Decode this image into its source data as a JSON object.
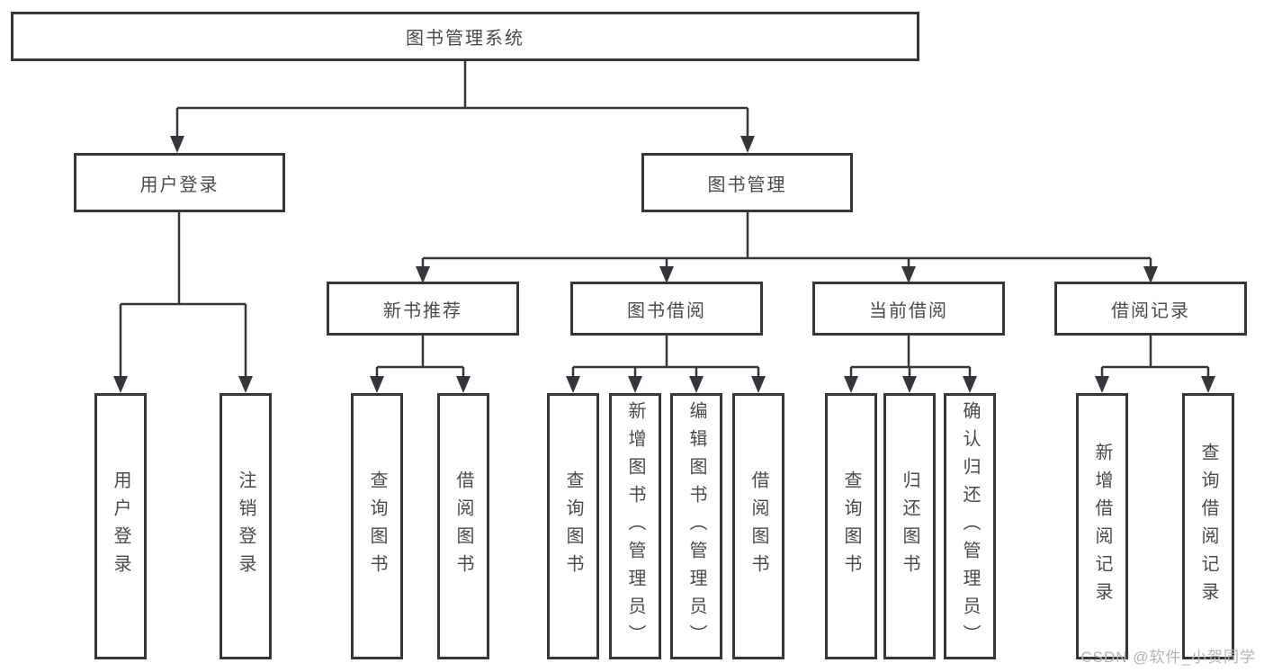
{
  "diagram": {
    "root": "图书管理系统",
    "level2": {
      "user_login": "用户登录",
      "book_mgmt": "图书管理"
    },
    "level3": {
      "new_rec": "新书推荐",
      "borrow": "图书借阅",
      "current": "当前借阅",
      "records": "借阅记录"
    },
    "leaves": {
      "user_login": "用户登录",
      "logout": "注销登录",
      "rec_query_books": "查询图书",
      "rec_borrow_books": "借阅图书",
      "bor_query_books": "查询图书",
      "bor_add_book_admin": "新增图书（管理员）",
      "bor_edit_book_admin": "编辑图书（管理员）",
      "bor_borrow_books": "借阅图书",
      "cur_query_books": "查询图书",
      "cur_return_book": "归还图书",
      "cur_confirm_return_admin": "确认归还（管理员）",
      "rec_add_record": "新增借阅记录",
      "rec_query_record": "查询借阅记录"
    }
  },
  "watermark": "CSDN @软件_小贺同学",
  "colors": {
    "line": "#33373c",
    "box_border": "#33373c",
    "text": "#4a4a4a",
    "watermark": "#b4b4b4",
    "background": "#ffffff"
  }
}
